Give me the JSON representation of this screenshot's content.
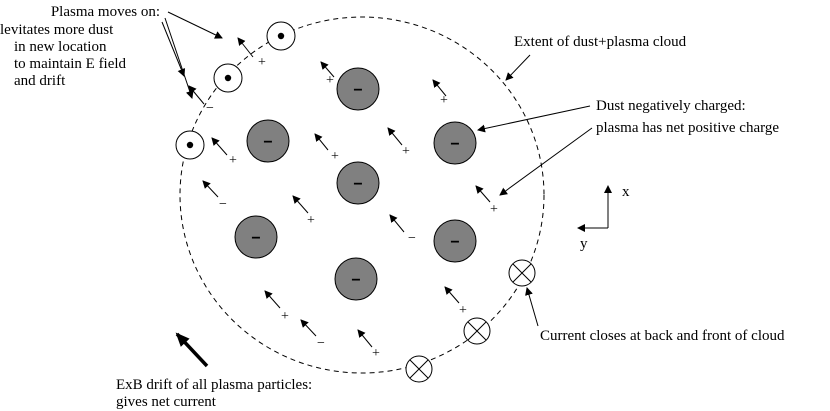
{
  "labels": {
    "plasma_moves": [
      "Plasma moves on:",
      "levitates more dust",
      "in new location",
      "to maintain E field",
      "and drift"
    ],
    "extent": "Extent of dust+plasma cloud",
    "dust_charged": [
      "Dust negatively charged:",
      "plasma has net positive charge"
    ],
    "current_closes": "Current closes at back and front of cloud",
    "exb_drift": [
      "ExB drift of all plasma particles:",
      "gives net current"
    ]
  },
  "axes": {
    "x": "x",
    "y": "y"
  },
  "symbols": {
    "dust_charge": "−",
    "plus": "+",
    "minus": "−"
  },
  "colors": {
    "dust": "#808080",
    "line": "#000000"
  }
}
